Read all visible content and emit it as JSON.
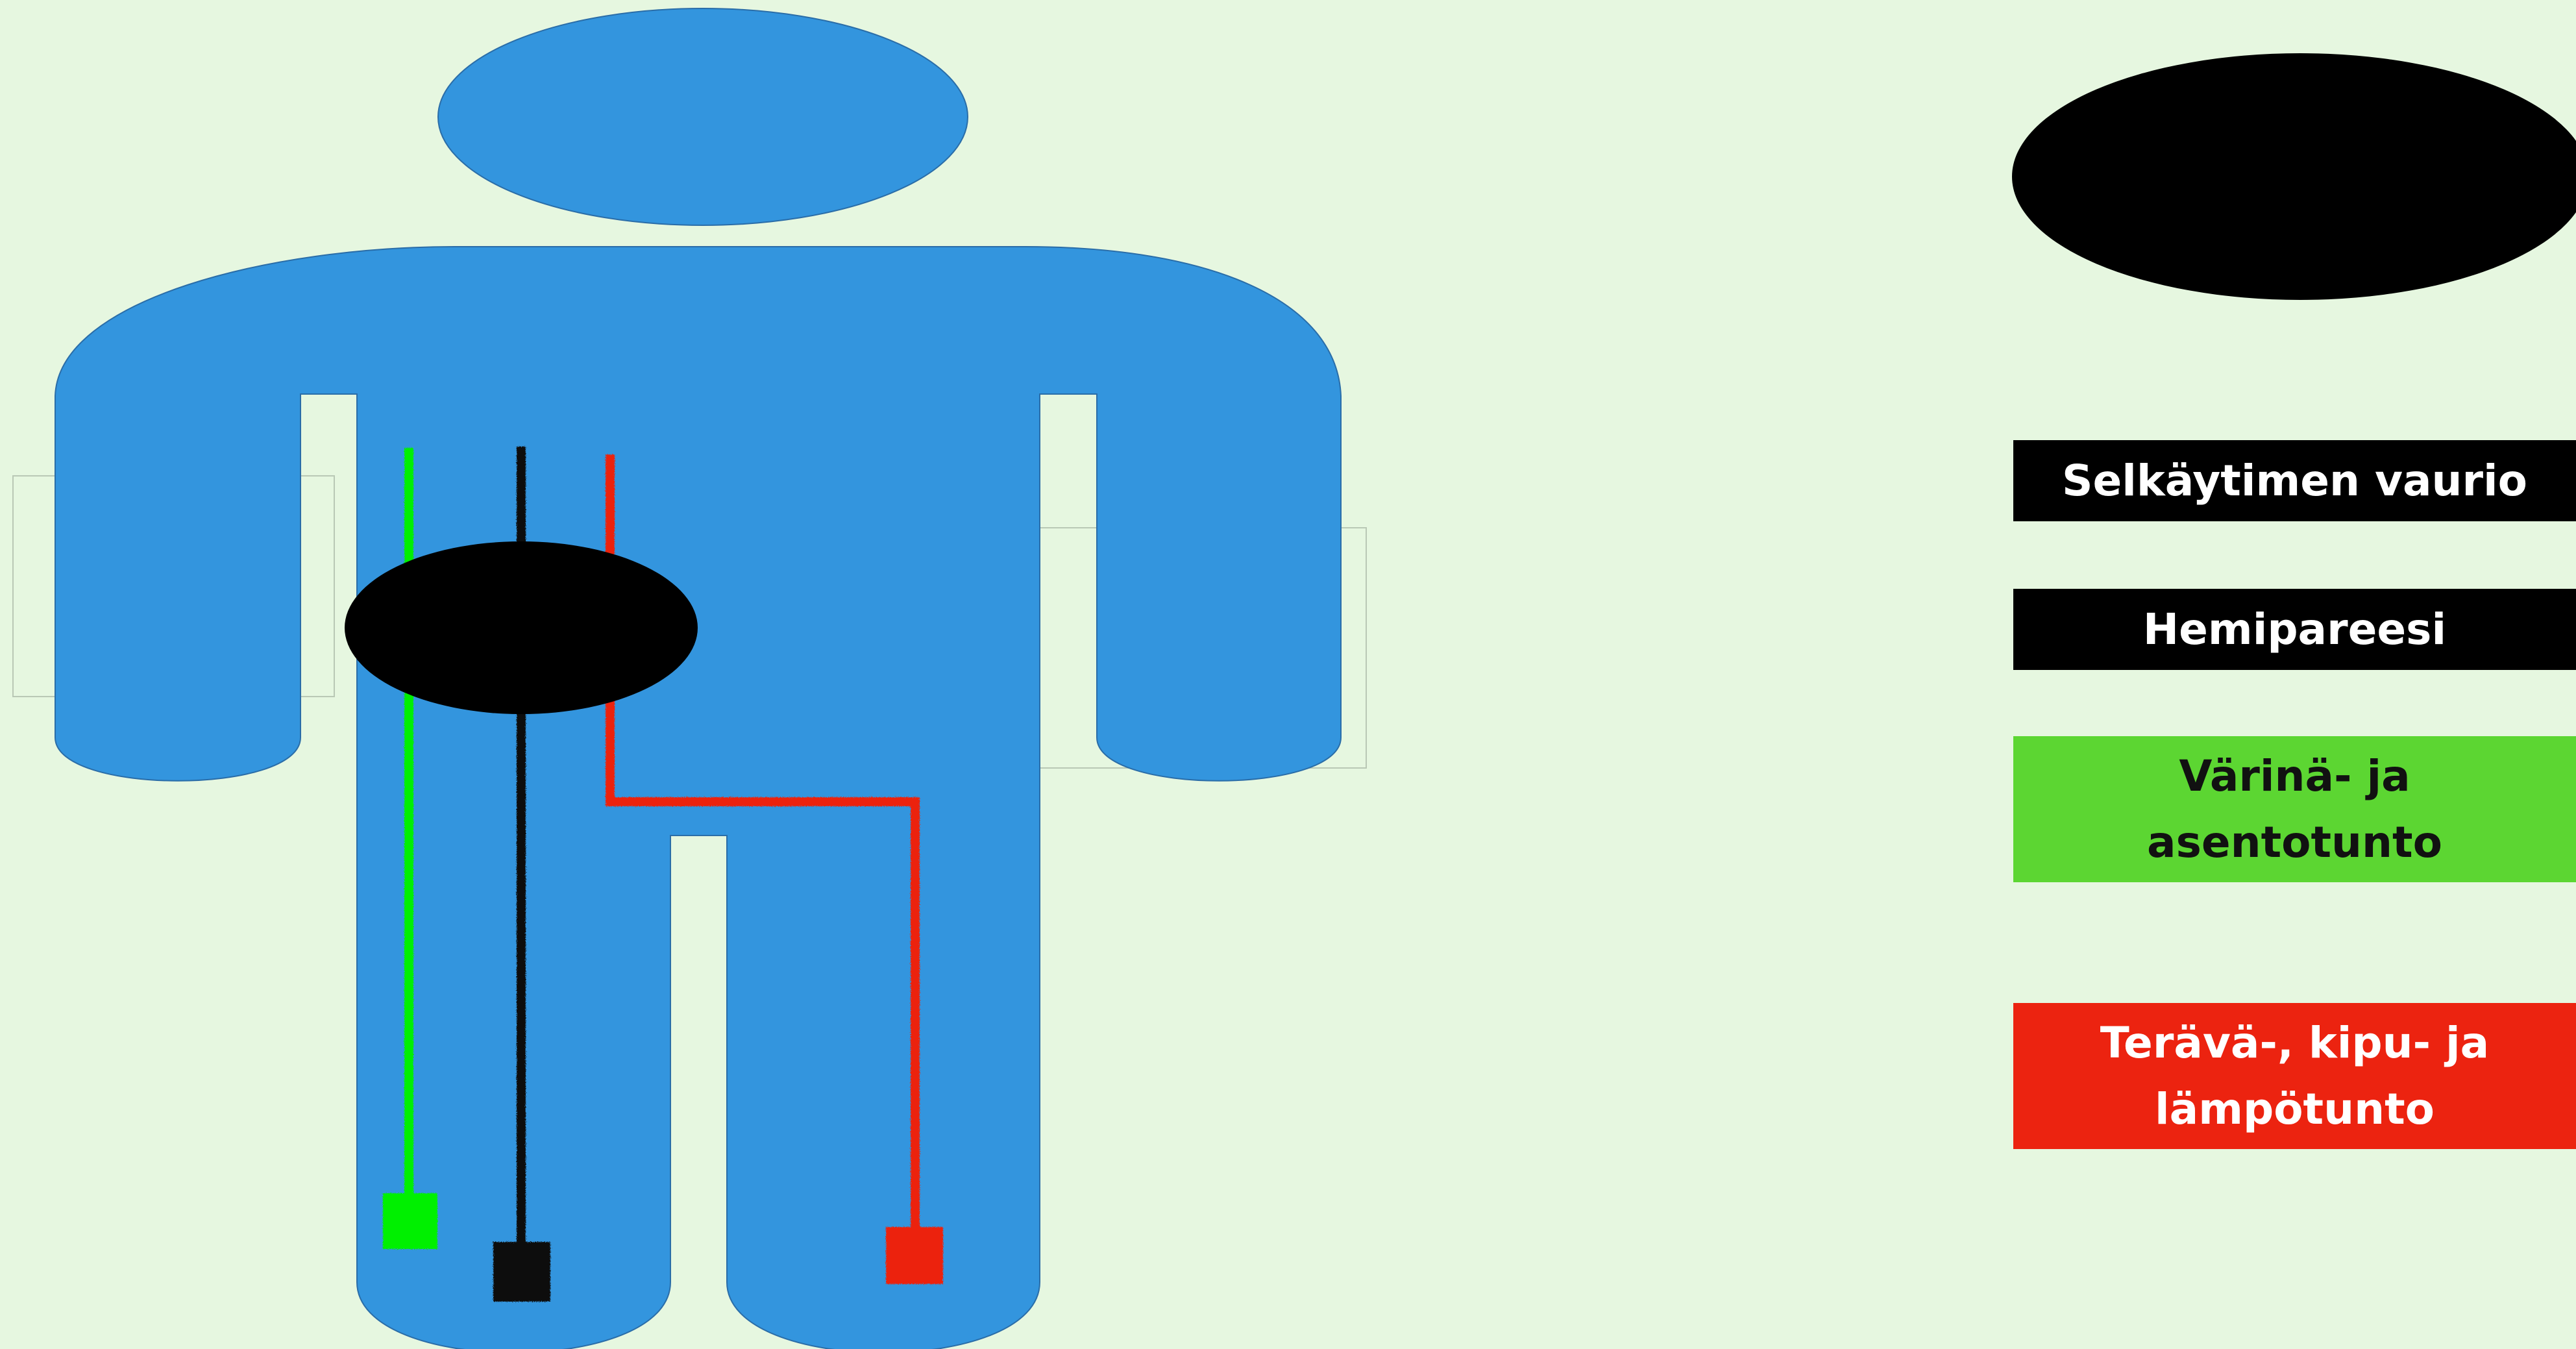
{
  "colors": {
    "background": "#e6f7e0",
    "body": "#3395de",
    "lesion": "#000000",
    "vibration_tract": "#00f000",
    "motor_tract": "#111111",
    "pain_tract": "#ec2310",
    "legend_vibration": "#5cd632",
    "legend_pain": "#ec2310"
  },
  "legend": {
    "spinal_cord_injury": "Selkäytimen vaurio",
    "hemiparesis": "Hemipareesi",
    "vibration_position": "Värinä- ja asentotunto",
    "sharp_pain_temperature": "Terävä-, kipu- ja lämpötunto"
  },
  "icons": {
    "figure": "human-body-icon",
    "lesion": "spinal-lesion-ellipse",
    "legend_marker": "black-ellipse-marker"
  }
}
